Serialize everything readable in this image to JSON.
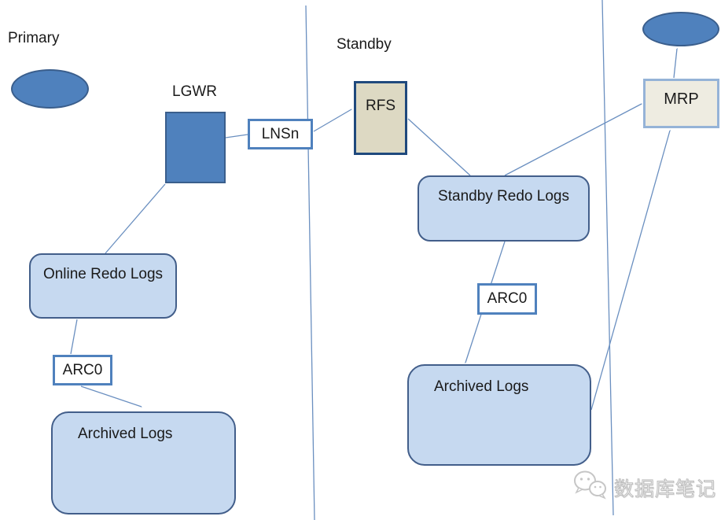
{
  "title": "Oracle Data Guard redo transport diagram",
  "colors": {
    "node_fill_blue": "#4f81bd",
    "node_border_dark": "#3a5e8c",
    "rounded_fill": "#c6d9f0",
    "rounded_border": "#425e8a",
    "label_box_border": "#4f81bd",
    "rfs_fill": "#ddd9c3",
    "rfs_border": "#1f497d",
    "mrp_fill": "#eeece1",
    "mrp_border": "#95b3d7",
    "connector": "#6a8fc0",
    "text": "#1a1a1a",
    "watermark": "#bdbdbd"
  },
  "primary": {
    "section_label": "Primary",
    "lgwr_label": "LGWR",
    "lnsn_label": "LNSn",
    "online_redo_logs_label": "Online Redo Logs",
    "arc0_label": "ARC0",
    "archived_logs_label": "Archived Logs"
  },
  "standby": {
    "section_label": "Standby",
    "rfs_label": "RFS",
    "standby_redo_logs_label": "Standby Redo Logs",
    "arc0_label": "ARC0",
    "archived_logs_label": "Archived Logs",
    "mrp_label": "MRP"
  },
  "watermark": {
    "text": "数据库笔记",
    "icon": "chat-bubbles-icon"
  }
}
